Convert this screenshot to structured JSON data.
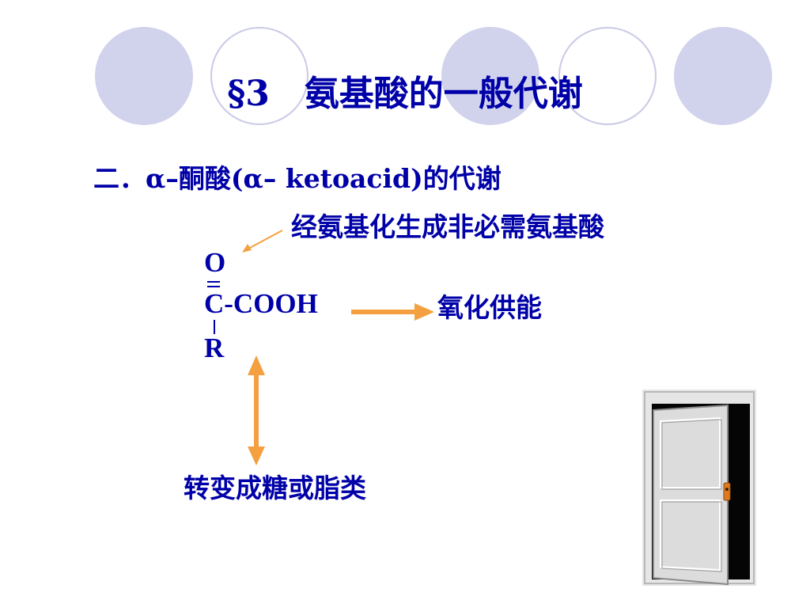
{
  "slide": {
    "title": "§3　氨基酸的一般代谢",
    "heading": "二．α–酮酸(α– ketoacid)的代谢",
    "transamination_label": "经氨基化生成非必需氨基酸",
    "formula": {
      "o": "O",
      "c": "C-COOH",
      "r": "R"
    },
    "oxidation_label": "氧化供能",
    "conversion_label": "转变成糖或脂类"
  },
  "colors": {
    "text": "#0000a8",
    "arrow": "#f4a040",
    "circle_fill": "#d1d2ec",
    "door": "#dcdcdc"
  },
  "icons": [
    "circle-decoration",
    "arrow-icon",
    "door-icon"
  ]
}
